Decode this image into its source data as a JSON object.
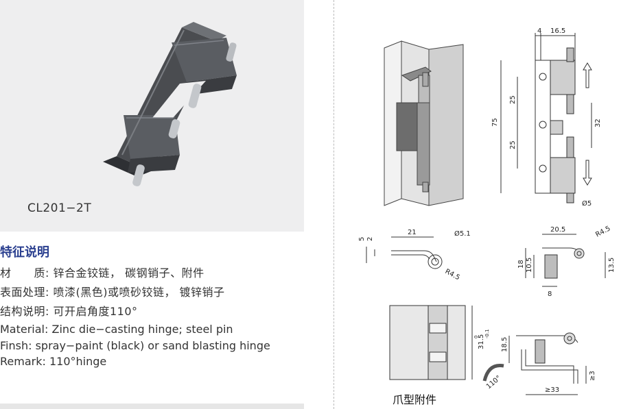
{
  "product": {
    "model": "CL201−2T"
  },
  "features": {
    "title": "特征说明",
    "lines_cn": [
      "材　　质: 锌合金铰链， 碳钢销子、附件",
      "表面处理: 喷漆(黑色)或喷砂铰链， 镀锌销子",
      "结构说明: 可开启角度110°"
    ],
    "lines_en": [
      "Material: Zinc die−casting hinge; steel pin",
      "Finsh: spray−paint (black) or sand blasting hinge",
      "Remark: 110°hinge"
    ]
  },
  "dimensions": {
    "front": {
      "top_a": "4",
      "top_b": "16.5",
      "total": "75",
      "upper": "25",
      "lower": "25",
      "stroke": "32",
      "pin": "Ø5"
    },
    "profile": {
      "h5": "5",
      "h2": "2",
      "len21": "21",
      "dia51": "Ø5.1",
      "r45": "R4.5"
    },
    "mount": {
      "w205": "20.5",
      "r45": "R4.5",
      "h18": "18",
      "h105": "10.5",
      "h135": "13.5",
      "w8": "8"
    },
    "claw": {
      "h315": "31.5",
      "tol_up": "0",
      "tol_down": "-0.1",
      "h185": "18.5",
      "w33": "≥33",
      "h3": "≥3",
      "angle": "110°"
    }
  },
  "claw_label": "爪型附件"
}
